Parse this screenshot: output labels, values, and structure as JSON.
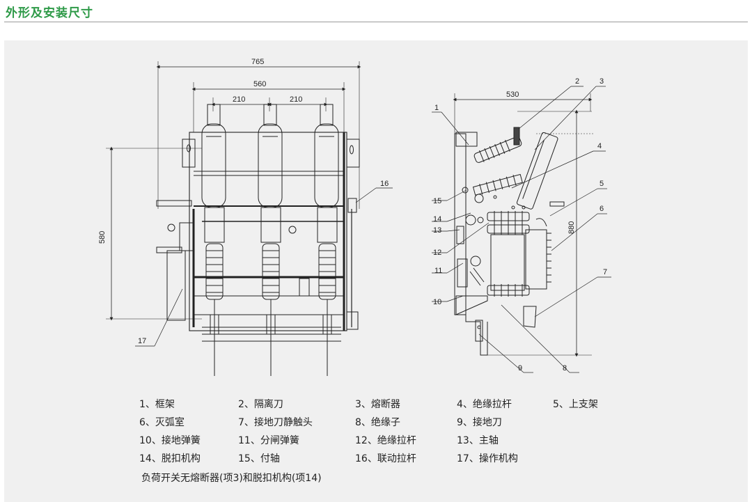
{
  "header": {
    "title": "外形及安装尺寸"
  },
  "front_view": {
    "dims": {
      "overall_width": "765",
      "pole_span": "560",
      "pitch_left": "210",
      "pitch_right": "210",
      "height": "580"
    },
    "callouts": {
      "c16": "16",
      "c17": "17"
    }
  },
  "side_view": {
    "dims": {
      "depth": "530",
      "height": "880"
    },
    "callouts": {
      "c1": "1",
      "c2": "2",
      "c3": "3",
      "c4": "4",
      "c5": "5",
      "c6": "6",
      "c7": "7",
      "c8": "8",
      "c9": "9",
      "c10": "10",
      "c11": "11",
      "c12": "12",
      "c13": "13",
      "c14": "14",
      "c15": "15"
    }
  },
  "legend": {
    "rows": [
      [
        "1、框架",
        "2、隔离刀",
        "3、熔断器",
        "4、绝缘拉杆",
        "5、上支架"
      ],
      [
        "6、灭弧室",
        "7、接地刀静触头",
        "8、绝缘子",
        "9、接地刀",
        ""
      ],
      [
        "10、接地弹簧",
        "11、分闸弹簧",
        "12、绝缘拉杆",
        "13、主轴",
        ""
      ],
      [
        "14、脱扣机构",
        "15、付轴",
        "16、联动拉杆",
        "17、操作机构",
        ""
      ]
    ],
    "note": "负荷开关无熔断器(项3)和脱扣机构(项14)"
  }
}
